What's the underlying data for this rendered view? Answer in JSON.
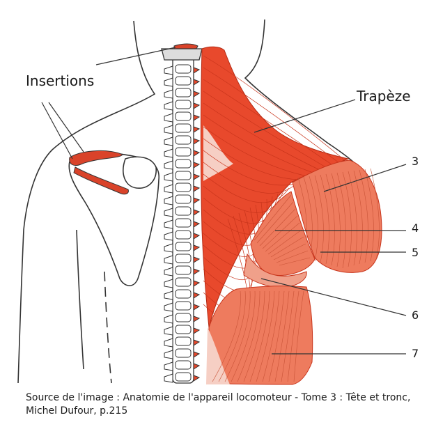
{
  "labels": {
    "insertions": "Insertions",
    "trapeze": "Trapèze",
    "n3": "3",
    "n4": "4",
    "n5": "5",
    "n6": "6",
    "n7": "7"
  },
  "source": "Source de l'image : Anatomie de l'appareil locomoteur - Tome 3 : Tête et tronc, Michel Dufour, p.215",
  "colors": {
    "trapezius": "#e8492c",
    "muscle_light": "#ee7b5e",
    "muscle_pale": "#f6cfc4",
    "outline": "#333333"
  }
}
